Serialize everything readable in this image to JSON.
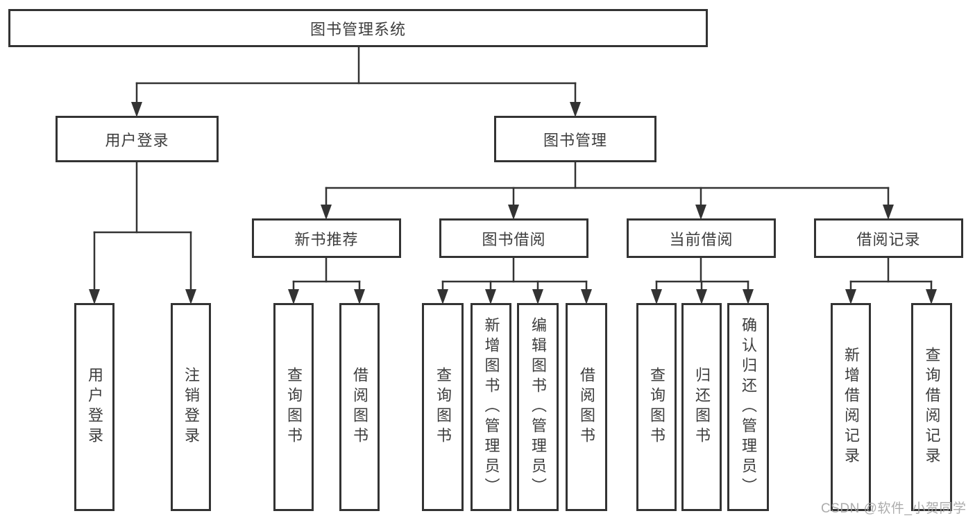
{
  "diagram": {
    "type": "tree-structure-diagram",
    "colors": {
      "background": "#ffffff",
      "line": "#333333",
      "box_border": "#333333",
      "text": "#3d3d3d",
      "watermark": "#a0a0a0"
    },
    "nodes": {
      "root": {
        "label": "图书管理系统"
      },
      "user_login": {
        "label": "用户登录"
      },
      "book_mgmt": {
        "label": "图书管理"
      },
      "login": {
        "label": "用户登录"
      },
      "logout": {
        "label": "注销登录"
      },
      "new_book_rec": {
        "label": "新书推荐"
      },
      "book_borrow": {
        "label": "图书借阅"
      },
      "current_borrow": {
        "label": "当前借阅"
      },
      "borrow_record": {
        "label": "借阅记录"
      },
      "rec_query": {
        "label": "查询图书"
      },
      "rec_borrow": {
        "label": "借阅图书"
      },
      "bb_query": {
        "label": "查询图书"
      },
      "bb_add": {
        "label": "新增图书（管理员）"
      },
      "bb_edit": {
        "label": "编辑图书（管理员）"
      },
      "bb_borrow": {
        "label": "借阅图书"
      },
      "cb_query": {
        "label": "查询图书"
      },
      "cb_return": {
        "label": "归还图书"
      },
      "cb_confirm": {
        "label": "确认归还（管理员）"
      },
      "br_add": {
        "label": "新增借阅记录"
      },
      "br_query": {
        "label": "查询借阅记录"
      }
    },
    "watermark": "CSDN @软件_小贺同学"
  }
}
